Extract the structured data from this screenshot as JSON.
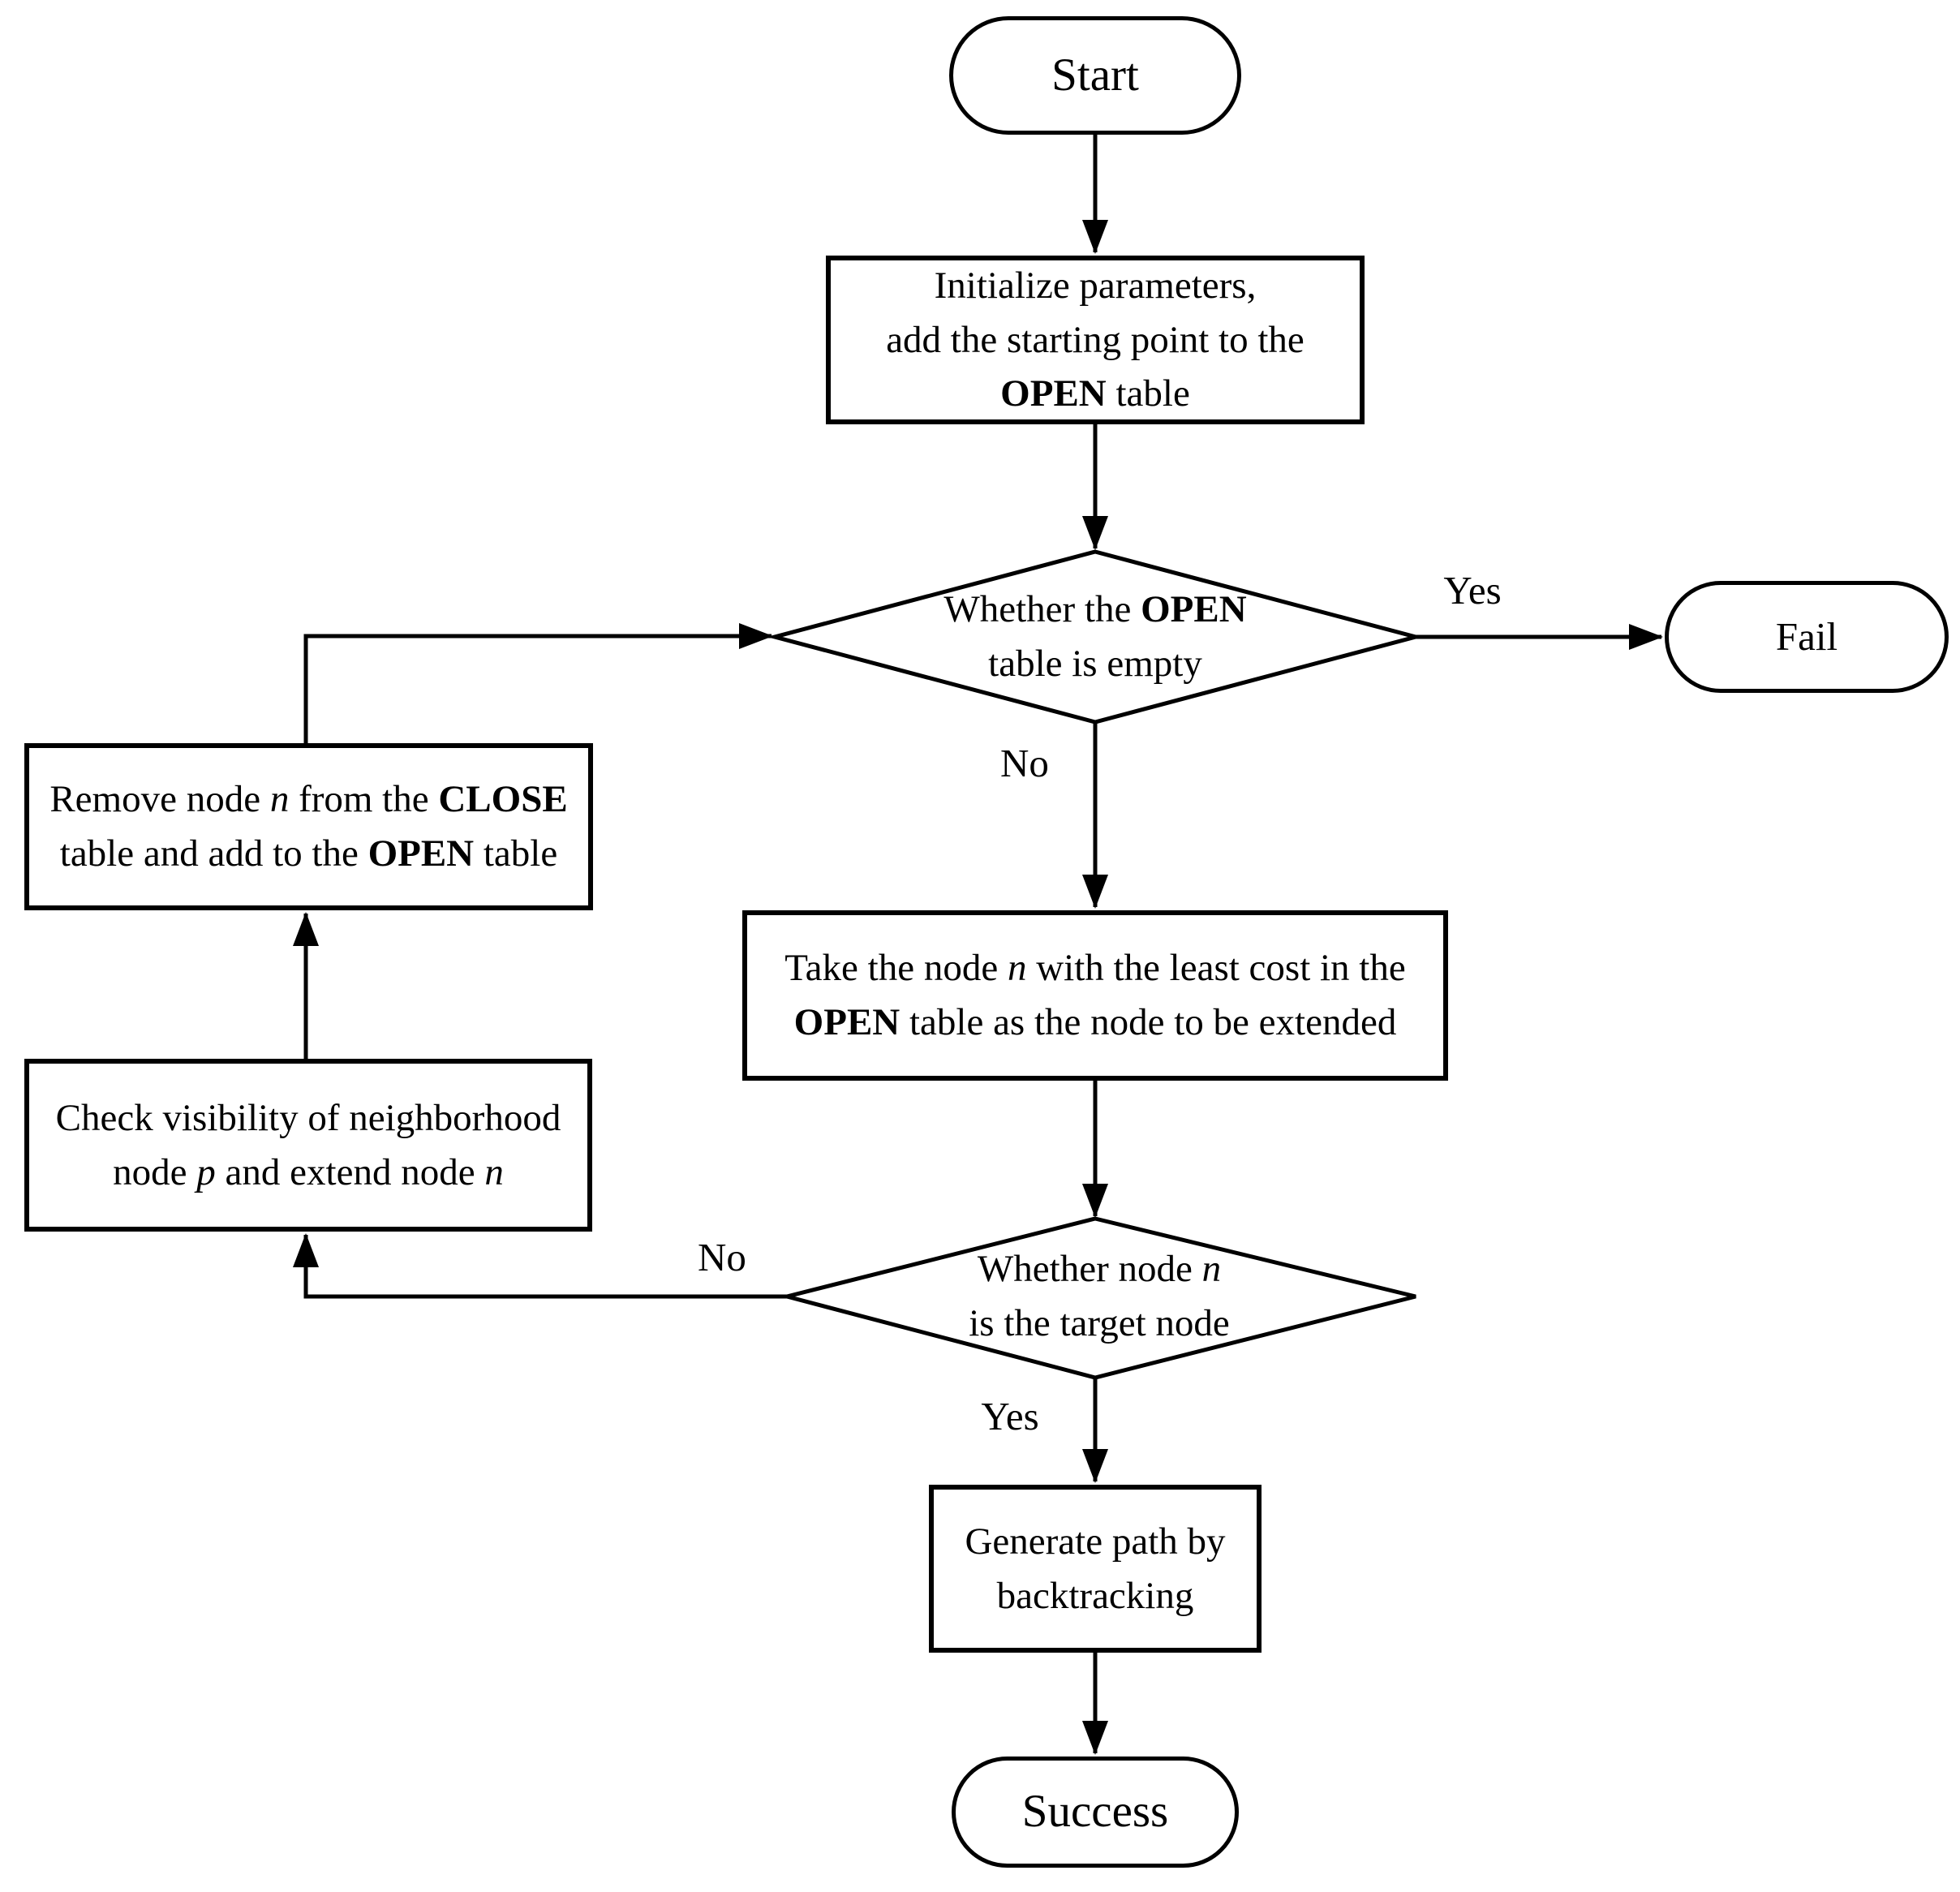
{
  "diagram": {
    "nodes": {
      "start": {
        "label": "Start"
      },
      "init": {
        "l1": "Initialize parameters,",
        "l2": "add the starting point to the",
        "l3a": "OPEN",
        "l3b": " table"
      },
      "open_empty": {
        "l1a": "Whether the ",
        "l1b": "OPEN",
        "l2": "table is empty"
      },
      "fail": {
        "label": "Fail"
      },
      "take": {
        "l1a": "Take the node ",
        "l1b": "n",
        "l1c": " with the least cost in the",
        "l2a": "OPEN",
        "l2b": " table as the node to be extended"
      },
      "target": {
        "l1a": "Whether node ",
        "l1b": "n",
        "l2": "is the target node"
      },
      "generate": {
        "l1": "Generate path by",
        "l2": "backtracking"
      },
      "success": {
        "label": "Success"
      },
      "check": {
        "l1": "Check visibility of neighborhood",
        "l2a": "node ",
        "l2b": "p",
        "l2c": " and extend node ",
        "l2d": "n"
      },
      "remove": {
        "l1a": "Remove node ",
        "l1b": "n",
        "l1c": " from the ",
        "l1d": "CLOSE",
        "l2a": "table and add to the ",
        "l2b": "OPEN",
        "l2c": " table"
      }
    },
    "edge_labels": {
      "open_empty_yes": "Yes",
      "open_empty_no": "No",
      "target_no": "No",
      "target_yes": "Yes"
    },
    "colors": {
      "line": "#000000",
      "shape_fill": "#ffffff",
      "text": "#000000"
    }
  }
}
